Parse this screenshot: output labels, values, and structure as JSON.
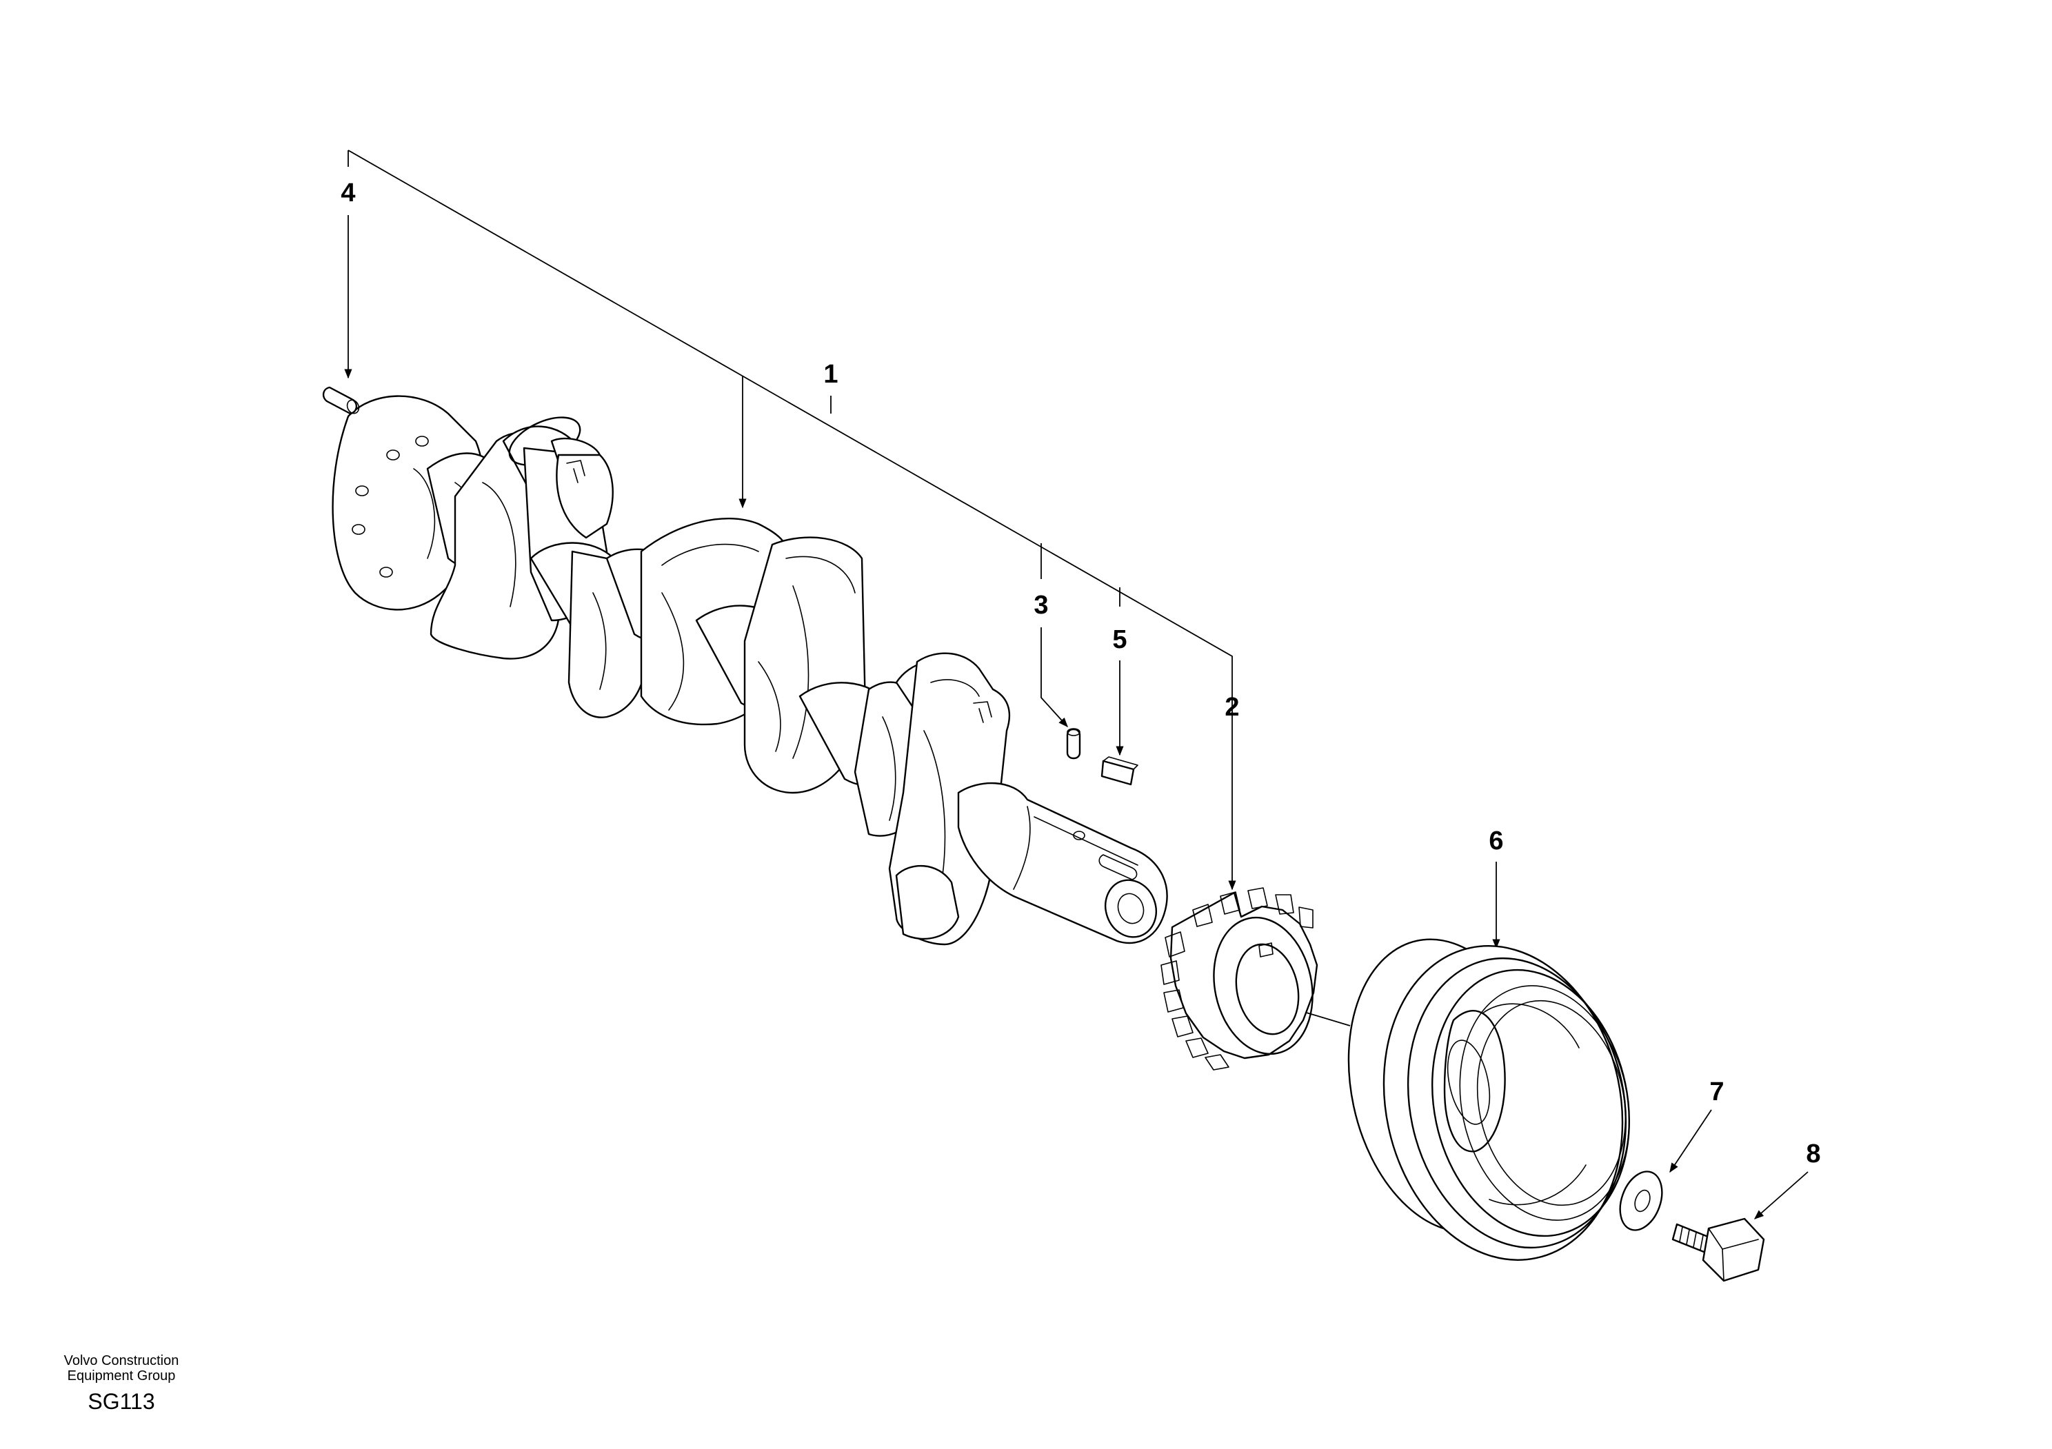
{
  "callouts": {
    "c1": "1",
    "c2": "2",
    "c3": "3",
    "c4": "4",
    "c5": "5",
    "c6": "6",
    "c7": "7",
    "c8": "8"
  },
  "footer": {
    "line1": "Volvo Construction",
    "line2": "Equipment Group",
    "code": "SG113"
  }
}
